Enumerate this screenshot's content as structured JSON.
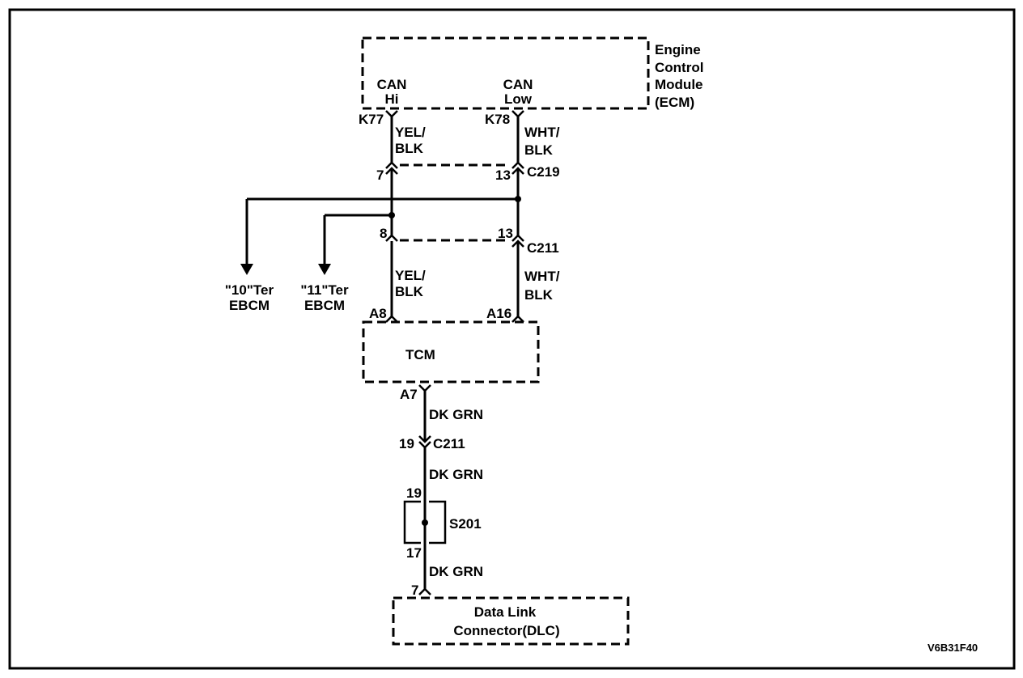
{
  "ecm": {
    "name_lines": [
      "Engine",
      "Control",
      "Module",
      "(ECM)"
    ],
    "can_hi_lines": [
      "CAN",
      "Hi"
    ],
    "can_low_lines": [
      "CAN",
      "Low"
    ],
    "pin_hi": "K77",
    "pin_low": "K78"
  },
  "wires": {
    "yel_blk_lines": [
      "YEL/",
      "BLK"
    ],
    "wht_blk_lines": [
      "WHT/",
      "BLK"
    ],
    "dk_grn": "DK GRN"
  },
  "connectors": {
    "c219": {
      "name": "C219",
      "pin_left": "7",
      "pin_right": "13"
    },
    "c211_top": {
      "name": "C211",
      "pin_left": "8",
      "pin_right": "13"
    },
    "c211_bottom": {
      "name": "C211",
      "pin": "19"
    }
  },
  "ebcm": {
    "ter10_lines": [
      "\"10\"Ter",
      "EBCM"
    ],
    "ter11_lines": [
      "\"11\"Ter",
      "EBCM"
    ]
  },
  "tcm": {
    "name": "TCM",
    "pin_a8": "A8",
    "pin_a16": "A16",
    "pin_a7": "A7"
  },
  "splice": {
    "name": "S201",
    "pin_top": "19",
    "pin_bottom": "17"
  },
  "dlc": {
    "pin": "7",
    "name_lines": [
      "Data Link",
      "Connector(DLC)"
    ]
  },
  "figure_id": "V6B31F40"
}
